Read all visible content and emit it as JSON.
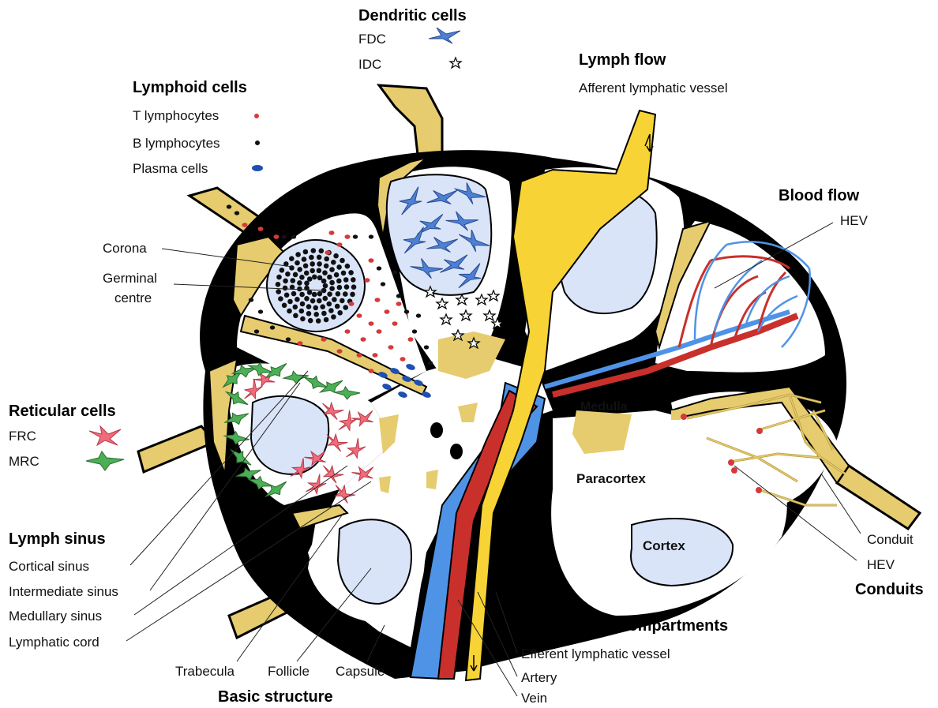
{
  "colors": {
    "capsule": "#000000",
    "trabecula": "#e6cc6e",
    "lymph": "#f7d335",
    "follicle": "#d9e4f8",
    "artery": "#c9302c",
    "vein": "#4f93e6",
    "frc": "#f06c7a",
    "mrc": "#4cae55",
    "fdc": "#4d7fd4",
    "t_cell": "#d43a3a",
    "b_cell": "#111111",
    "plasma": "#1f4fb0"
  },
  "headers": {
    "dendritic": "Dendritic cells",
    "lymphoid": "Lymphoid cells",
    "lymph_flow": "Lymph flow",
    "blood_flow": "Blood flow",
    "reticular": "Reticular cells",
    "lymph_sinus": "Lymph sinus",
    "conduits": "Conduits",
    "compartments": "Compartments",
    "basic_structure": "Basic structure"
  },
  "labels": {
    "fdc": "FDC",
    "idc": "IDC",
    "afferent": "Afferent lymphatic vessel",
    "t_lymph": "T lymphocytes",
    "b_lymph": "B lymphocytes",
    "plasma": "Plasma cells",
    "corona": "Corona",
    "germinal_1": "Germinal",
    "germinal_2": "centre",
    "hev_blood": "HEV",
    "frc": "FRC",
    "mrc": "MRC",
    "medulla": "Medulla",
    "paracortex": "Paracortex",
    "cortex": "Cortex",
    "conduit": "Conduit",
    "hev_conduit": "HEV",
    "cortical_sinus": "Cortical sinus",
    "intermediate_sinus": "Intermediate sinus",
    "medullary_sinus": "Medullary sinus",
    "lymphatic_cord": "Lymphatic cord",
    "trabecula": "Trabecula",
    "follicle": "Follicle",
    "capsule": "Capsule",
    "efferent": "Efferent lymphatic vessel",
    "artery": "Artery",
    "vein": "Vein"
  }
}
